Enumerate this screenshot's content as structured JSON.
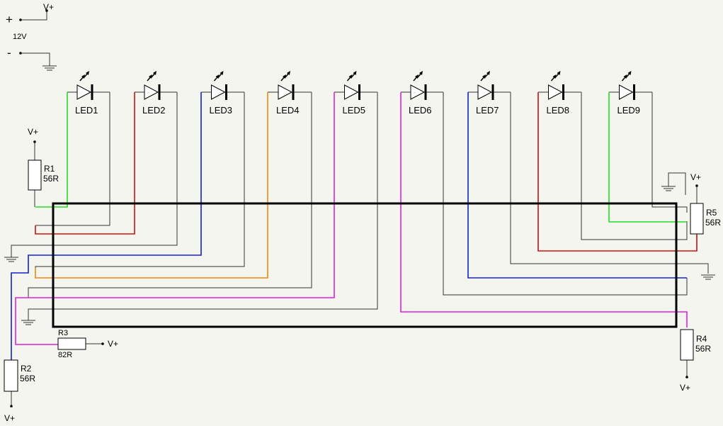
{
  "supply": {
    "plus": "+",
    "minus": "-",
    "voltage": "12V",
    "rail": "V+"
  },
  "rail_label": "V+",
  "leds": [
    "LED1",
    "LED2",
    "LED3",
    "LED4",
    "LED5",
    "LED6",
    "LED7",
    "LED8",
    "LED9"
  ],
  "resistors": [
    {
      "name": "R1",
      "value": "56R"
    },
    {
      "name": "R2",
      "value": "56R"
    },
    {
      "name": "R3",
      "value": "82R"
    },
    {
      "name": "R4",
      "value": "56R"
    },
    {
      "name": "R5",
      "value": "56R"
    }
  ],
  "colors": {
    "green": "#22dd22",
    "red": "#cc1111",
    "blue": "#1122cc",
    "orange": "#ee8811",
    "magenta": "#dd22dd",
    "black": "#000000",
    "gray": "#333333"
  }
}
